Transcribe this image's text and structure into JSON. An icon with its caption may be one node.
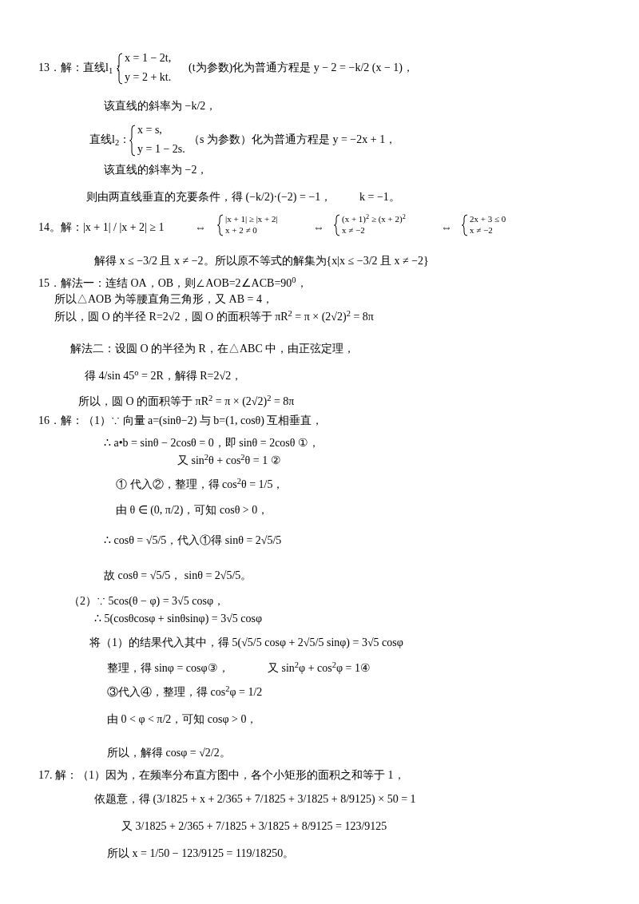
{
  "diagram": {
    "labels": [
      "13．解：直线l$_{1}$：",
      "x = 1 − 2t,",
      "y = 2 + kt.",
      "(t为参数)化为普通方程是 y − 2 = −k/2 (x − 1)，",
      "该直线的斜率为 −k/2，",
      "直线l$_{2}$：",
      "x = s,",
      "y = 1 − 2s.",
      "（s 为参数）化为普通方程是 y = −2x + 1，",
      "该直线的斜率为 −2，",
      "则由两直线垂直的充要条件，得 (−k/2)·(−2) = −1，",
      "k = −1。",
      "14。解：|x + 1| / |x + 2| ≥ 1",
      "⇔",
      "|x + 1| ≥ |x + 2|",
      "x + 2 ≠ 0",
      "⇔",
      "(x + 1)$^{2}$ ≥ (x + 2)$^{2}$",
      "x ≠ −2",
      "⇔",
      "2x + 3 ≤ 0",
      "x ≠ −2",
      "解得 x ≤ −3/2 且 x ≠ −2。所以原不等式的解集为{x|x ≤ −3/2 且 x ≠ −2}",
      "15．解法一：连结 OA，OB，则∠AOB=2∠ACB=90$^{0}$，",
      "所以△AOB 为等腰直角三角形，又 AB = 4，",
      "所以，圆 O 的半径 R=2√2，圆 O 的面积等于 πR$^{2}$ = π × (2√2)$^{2}$ = 8π",
      "解法二：设圆 O 的半径为 R，在△ABC 中，由正弦定理，",
      "得 4/sin 45$^{o}$ = 2R，解得 R=2√2，",
      "所以，圆 O 的面积等于 πR$^{2}$ = π × (2√2)$^{2}$ = 8π",
      "16．解：（1）∵ 向量 a=(sinθ−2) 与 b=(1, cosθ) 互相垂直，",
      "∴ a•b = sinθ − 2cosθ = 0，即 sinθ = 2cosθ ①，",
      "又 sin$^{2}$θ + cos$^{2}$θ = 1 ②",
      "① 代入②，整理，得 cos$^{2}$θ = 1/5，",
      "由 θ ∈ (0, π/2)，可知 cosθ > 0，",
      "∴ cosθ = √5/5，代入①得 sinθ = 2√5/5",
      "故  cosθ = √5/5，  sinθ = 2√5/5。",
      "（2）∵ 5cos(θ − φ) = 3√5 cosφ，",
      "∴ 5(cosθcosφ + sinθsinφ) = 3√5 cosφ",
      "将（1）的结果代入其中，得 5(√5/5 cosφ + 2√5/5 sinφ) = 3√5 cosφ",
      "整理，得 sinφ = cosφ③，",
      "又 sin$^{2}$φ + cos$^{2}$φ = 1④",
      "③代入④，整理，得 cos$^{2}$φ = 1/2",
      "由 0 < φ < π/2，可知 cosφ > 0，",
      "所以，解得 cosφ = √2/2。",
      "17. 解：（1）因为，在频率分布直方图中，各个小矩形的面积之和等于 1，",
      "依题意，得 (3/1825 + x + 2/365 + 7/1825 + 3/1825 + 8/9125) × 50 = 1",
      "又 3/1825 + 2/365 + 7/1825 + 3/1825 + 8/9125 = 123/9125",
      "所以 x = 1/50 − 123/9125 = 119/18250。"
    ]
  }
}
